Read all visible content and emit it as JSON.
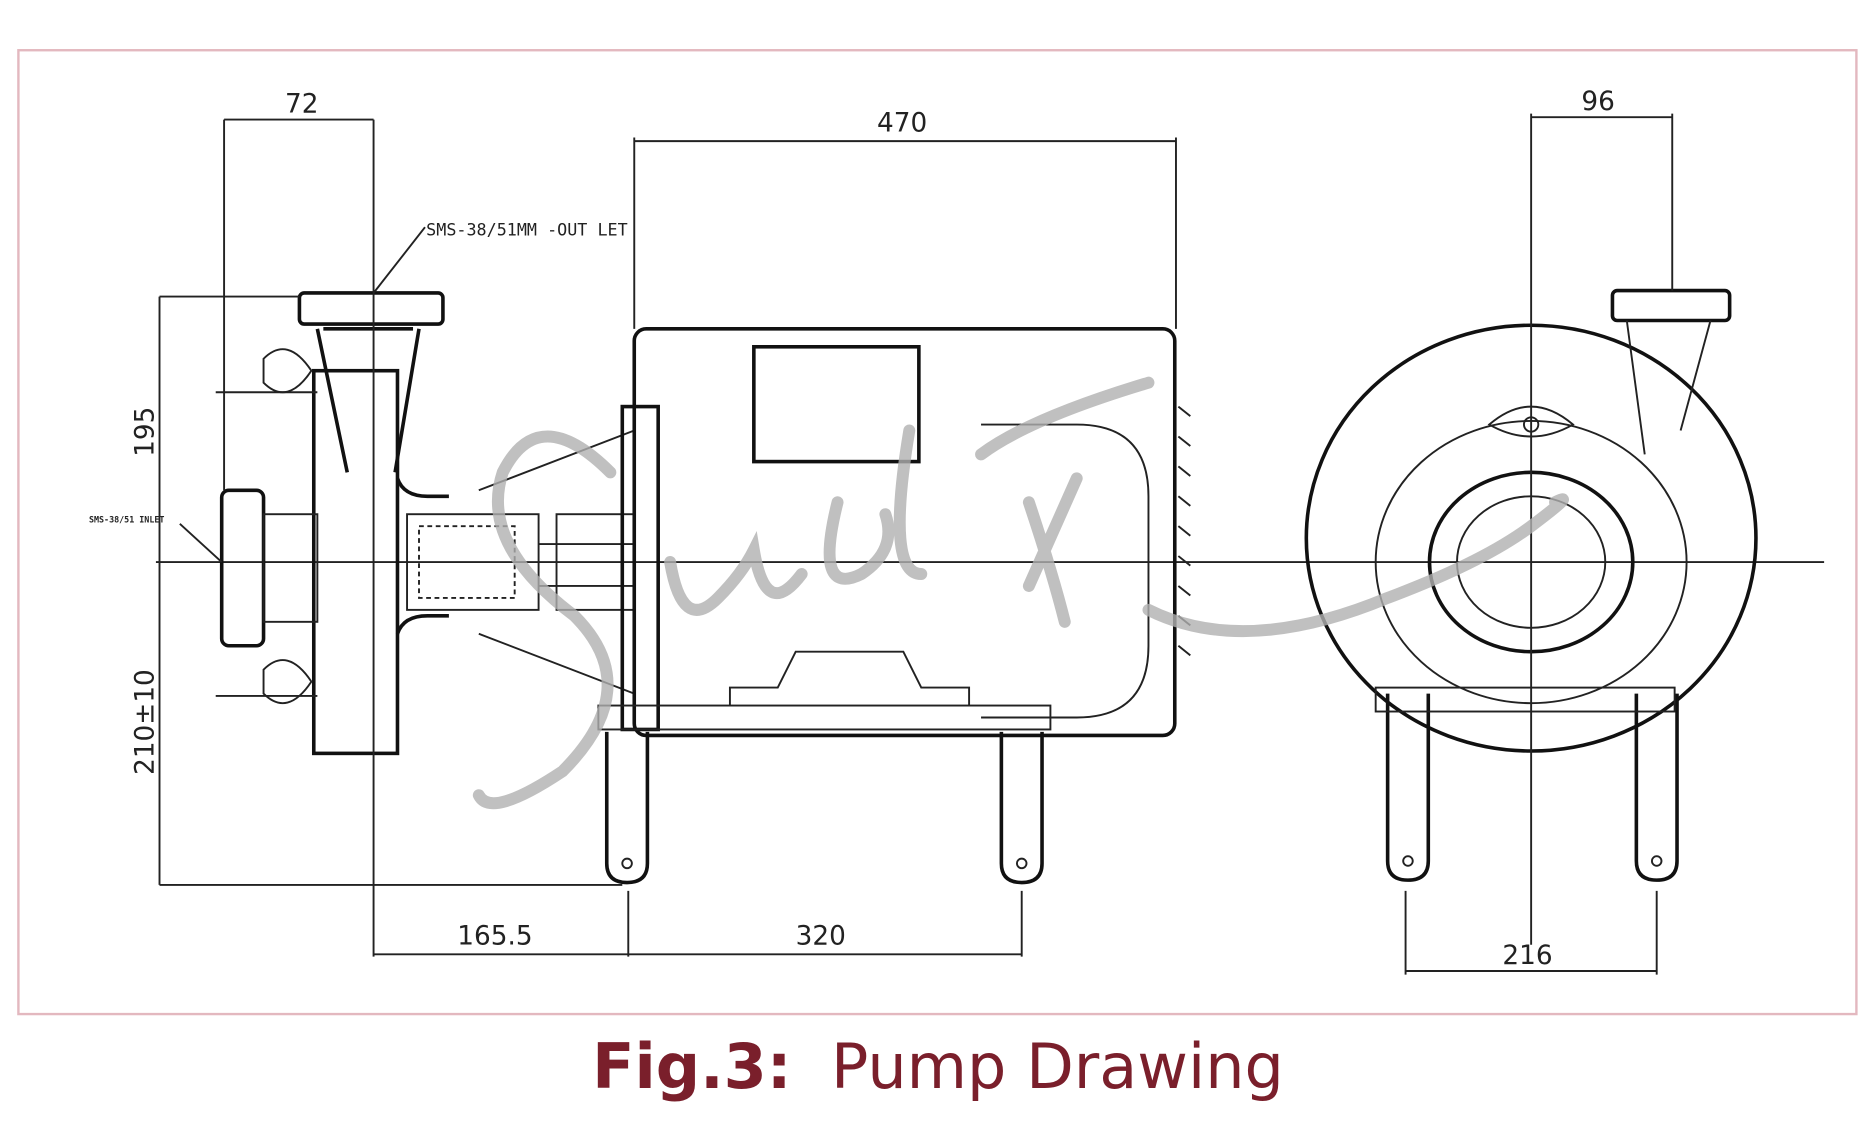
{
  "figure": {
    "caption_label": "Fig.3:",
    "caption_title": "Pump Drawing",
    "outlet_label": "SMS-38/51MM -OUT LET",
    "inlet_label": "SMS-38/51 INLET",
    "dimensions": {
      "flange_width": "72",
      "motor_length": "470",
      "outlet_height": "195",
      "shaft_height": "210±10",
      "inlet_to_leg": "165.5",
      "leg_spacing": "320",
      "front_outlet_offset": "96",
      "front_leg_spacing": "216"
    },
    "border_color": "#e3b8bf",
    "caption_color": "#7a1f2b",
    "watermark_color": "#b0b0b0"
  }
}
